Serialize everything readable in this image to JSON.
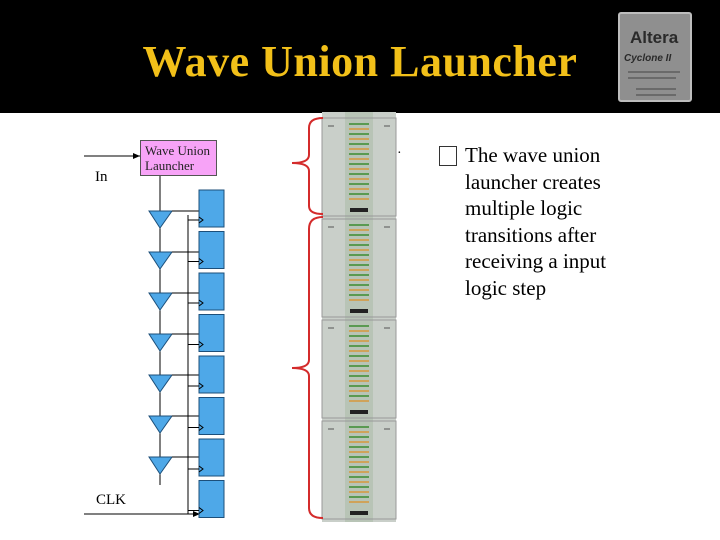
{
  "slide": {
    "title": "Wave Union Launcher"
  },
  "chip_photo": {
    "logo_text": "Altera",
    "model_text": "Cyclone II"
  },
  "diagram": {
    "input_label": "In",
    "clock_label": "CLK",
    "launcher_label_line1": "Wave Union",
    "launcher_label_line2": "Launcher",
    "stage_count": 7,
    "register_count": 8,
    "colors": {
      "launcher_fill": "#f7a3f7",
      "buffer_fill": "#4ea8e8",
      "register_fill": "#4ea8e8",
      "brace_color": "#d42b2b",
      "title_color": "#f2c019"
    }
  },
  "bullet": {
    "text_line1": "The wave union",
    "text_rest": "launcher creates multiple logic transitions after receiving a input logic step"
  }
}
